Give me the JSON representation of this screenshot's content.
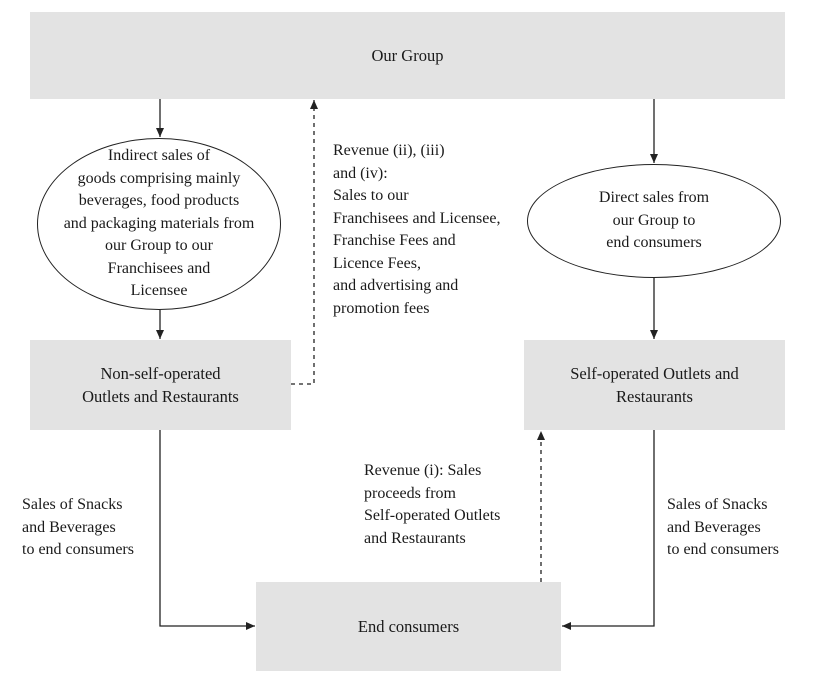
{
  "nodes": {
    "our_group": "Our Group",
    "indirect_sales": "Indirect sales of\ngoods comprising mainly\nbeverages, food products\nand packaging materials from\nour Group to our\nFranchisees and\nLicensee",
    "direct_sales": "Direct sales from\nour Group to\nend consumers",
    "non_self_operated": "Non-self-operated\nOutlets and Restaurants",
    "self_operated": "Self-operated Outlets and\nRestaurants",
    "end_consumers": "End consumers"
  },
  "labels": {
    "revenue_ii_iii_iv": "Revenue (ii), (iii)\nand (iv):\nSales to our\nFranchisees and Licensee,\nFranchise Fees and\nLicence Fees,\nand advertising and\npromotion fees",
    "revenue_i": "Revenue (i): Sales\nproceeds from\nSelf-operated Outlets\nand Restaurants",
    "sales_left": "Sales of Snacks\nand Beverages\nto end consumers",
    "sales_right": "Sales of Snacks\nand Beverages\nto end consumers"
  },
  "colors": {
    "box_fill": "#e3e3e3",
    "line": "#222222"
  }
}
